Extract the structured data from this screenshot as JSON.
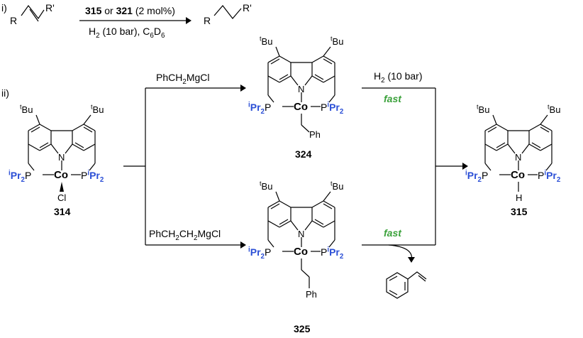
{
  "part_i": {
    "label": "i)",
    "reactant_r": "R",
    "reactant_rp": "R'",
    "catalyst_a": "315",
    "catalyst_or": "or",
    "catalyst_b": "321",
    "catalyst_loading": "(2 mol%)",
    "h2": "H",
    "h2_sub": "2",
    "pressure": "(10 bar), C",
    "c6": "6",
    "d": "D",
    "d6": "6",
    "product_r": "R",
    "product_rp": "R'"
  },
  "part_ii": {
    "label": "ii)",
    "reagent_top": "PhCH",
    "reagent_top_sub": "2",
    "reagent_top_end": "MgCl",
    "reagent_bottom_a": "PhCH",
    "reagent_bottom_sub1": "2",
    "reagent_bottom_b": "CH",
    "reagent_bottom_sub2": "2",
    "reagent_bottom_end": "MgCl",
    "h2_conditions": "H",
    "h2_conditions_sub": "2",
    "h2_conditions_end": " (10 bar)",
    "fast_top": "fast",
    "fast_bottom": "fast"
  },
  "complexes": {
    "c314": {
      "id": "314",
      "ligand": "Cl"
    },
    "c324": {
      "id": "324",
      "ligand": "Ph"
    },
    "c325": {
      "id": "325",
      "ligand": "Ph"
    },
    "c315": {
      "id": "315",
      "ligand": "H"
    }
  },
  "atoms": {
    "tbu_t": "t",
    "tbu_bu": "Bu",
    "n": "N",
    "co": "Co",
    "p": "P",
    "ipr_i": "i",
    "ipr_pr": "Pr",
    "ipr_2": "2"
  }
}
